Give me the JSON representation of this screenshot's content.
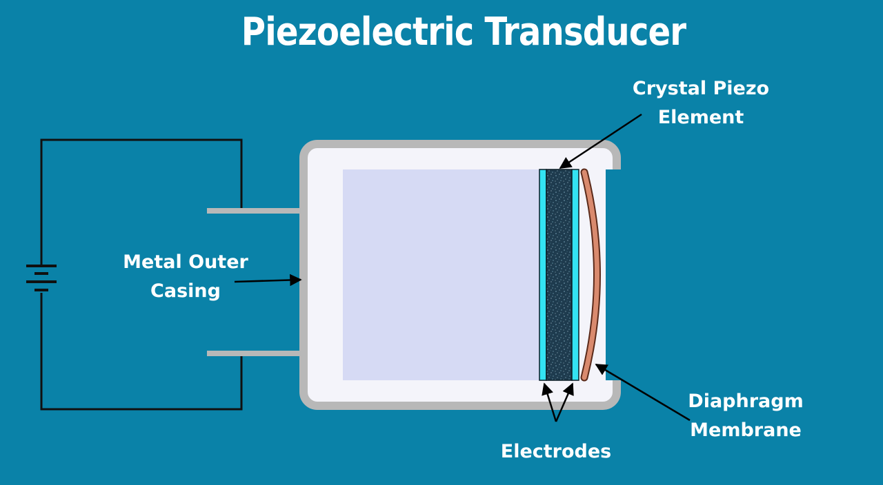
{
  "title": "Piezoelectric Transducer",
  "labels": {
    "crystal": {
      "line1": "Crystal Piezo",
      "line2": "Element"
    },
    "casing": {
      "line1": "Metal Outer",
      "line2": "Casing"
    },
    "diaphragm": {
      "line1": "Diaphragm",
      "line2": "Membrane"
    },
    "electrodes": "Electrodes"
  },
  "colors": {
    "background": "#0a82a8",
    "casing_border": "#b8b8b8",
    "casing_fill": "#f4f4fa",
    "cavity_fill": "#d6daf4",
    "electrode": "#33e3f3",
    "crystal": "#1e3b4e",
    "diaphragm": "#d98a6e",
    "wire": "#101010",
    "lead": "#b8b8b8"
  }
}
